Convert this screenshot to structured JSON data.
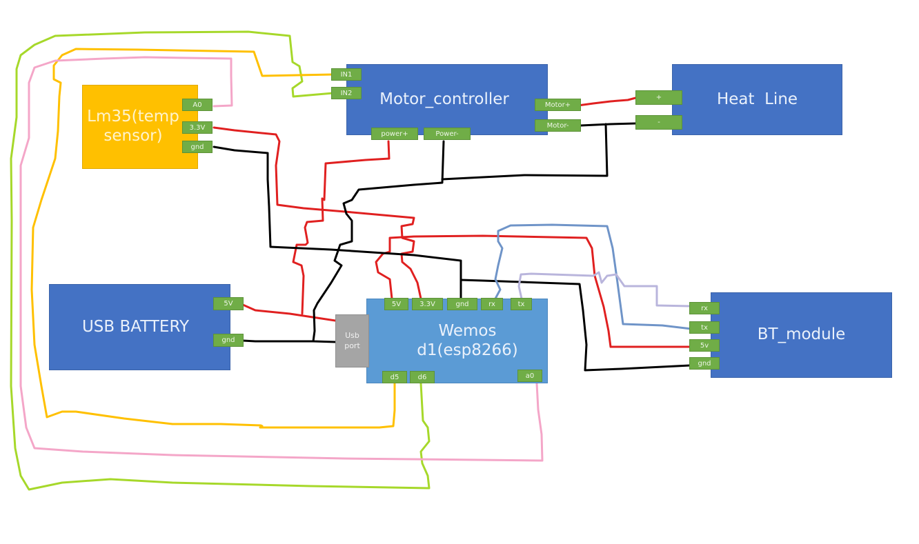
{
  "components": {
    "lm35": {
      "label": "Lm35(temp sensor)",
      "pins": [
        "A0",
        "3.3V",
        "gnd"
      ]
    },
    "motor_controller": {
      "label": "Motor_controller",
      "pins_left": [
        "IN1",
        "IN2"
      ],
      "pins_bottom": [
        "power+",
        "Power-"
      ],
      "pins_right": [
        "Motor+",
        "Motor-"
      ]
    },
    "heat_line": {
      "label": "Heat  Line",
      "pins": [
        "+",
        "-"
      ]
    },
    "usb_battery": {
      "label": "USB BATTERY",
      "pins": [
        "5V",
        "gnd"
      ]
    },
    "wemos": {
      "label": "Wemos d1(esp8266)",
      "usb_port": "Usb port",
      "pins_top": [
        "5V",
        "3.3V",
        "gnd",
        "rx",
        "tx"
      ],
      "pins_bottom": [
        "d5",
        "d6",
        "a0"
      ]
    },
    "bt_module": {
      "label": "BT_module",
      "pins": [
        "rx",
        "tx",
        "5v",
        "gnd"
      ]
    }
  },
  "wire_colors": {
    "power": "#e02020",
    "ground": "#000000",
    "yellow": "#ffc000",
    "green": "#a6d82a",
    "pink": "#f4a6c8",
    "blue": "#6f94c8",
    "lavender": "#b9b5dc"
  },
  "connections": [
    {
      "from": "lm35.A0",
      "to": "wemos.a0",
      "color": "pink"
    },
    {
      "from": "lm35.3.3V",
      "to": "wemos.3.3V",
      "color": "power"
    },
    {
      "from": "lm35.gnd",
      "to": "wemos.gnd",
      "color": "ground"
    },
    {
      "from": "motor_controller.IN1",
      "to": "wemos.d5",
      "color": "yellow"
    },
    {
      "from": "motor_controller.IN2",
      "to": "wemos.d6",
      "color": "green"
    },
    {
      "from": "motor_controller.power+",
      "to": "usb_battery.5V",
      "color": "power"
    },
    {
      "from": "motor_controller.Power-",
      "to": "usb_battery.gnd",
      "color": "ground"
    },
    {
      "from": "motor_controller.Motor+",
      "to": "heat_line.+",
      "color": "power"
    },
    {
      "from": "motor_controller.Motor-",
      "to": "heat_line.-",
      "color": "ground"
    },
    {
      "from": "usb_battery.5V",
      "to": "wemos.usb_port",
      "color": "power"
    },
    {
      "from": "usb_battery.gnd",
      "to": "wemos.usb_port",
      "color": "ground"
    },
    {
      "from": "wemos.5V",
      "to": "bt_module.5v",
      "color": "power"
    },
    {
      "from": "wemos.gnd",
      "to": "bt_module.gnd",
      "color": "ground"
    },
    {
      "from": "wemos.rx",
      "to": "bt_module.tx",
      "color": "blue"
    },
    {
      "from": "wemos.tx",
      "to": "bt_module.rx",
      "color": "lavender"
    }
  ]
}
